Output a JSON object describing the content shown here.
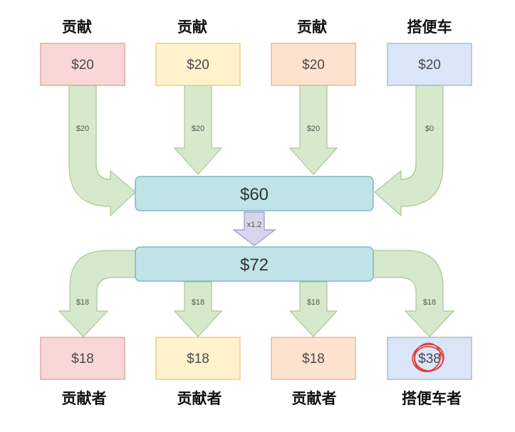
{
  "top_row": [
    {
      "header": "贡献",
      "amount": "$20",
      "arrow_label": "$20",
      "fill": "#f8d7d6",
      "stroke": "#d79b98"
    },
    {
      "header": "贡献",
      "amount": "$20",
      "arrow_label": "$20",
      "fill": "#fff2cc",
      "stroke": "#e2c57a"
    },
    {
      "header": "贡献",
      "amount": "$20",
      "arrow_label": "$20",
      "fill": "#fde3cf",
      "stroke": "#e0ad86"
    },
    {
      "header": "搭便车",
      "amount": "$20",
      "arrow_label": "$0",
      "fill": "#dae6f7",
      "stroke": "#98b1d3"
    }
  ],
  "pool": {
    "total": "$60",
    "multiplier": "x1.2",
    "multiplied_total": "$72"
  },
  "bottom_row": [
    {
      "footer": "贡献者",
      "amount": "$18",
      "arrow_label": "$18",
      "fill": "#f8d7d6",
      "stroke": "#d79b98"
    },
    {
      "footer": "贡献者",
      "amount": "$18",
      "arrow_label": "$18",
      "fill": "#fff2cc",
      "stroke": "#e2c57a"
    },
    {
      "footer": "贡献者",
      "amount": "$18",
      "arrow_label": "$18",
      "fill": "#fde3cf",
      "stroke": "#e0ad86"
    },
    {
      "footer": "搭便车者",
      "amount": "$38",
      "arrow_label": "$18",
      "fill": "#dae6f7",
      "stroke": "#98b1d3",
      "circled": true
    }
  ],
  "colors": {
    "pool_fill": "#bfe3e7",
    "pool_stroke": "#7fb8c2",
    "arrow_fill": "#d7e9cc",
    "arrow_stroke": "#a8c797",
    "mult_arrow_fill": "#d8d4ea",
    "mult_arrow_stroke": "#9a94c0",
    "circle_mark": "#e03b3b"
  }
}
